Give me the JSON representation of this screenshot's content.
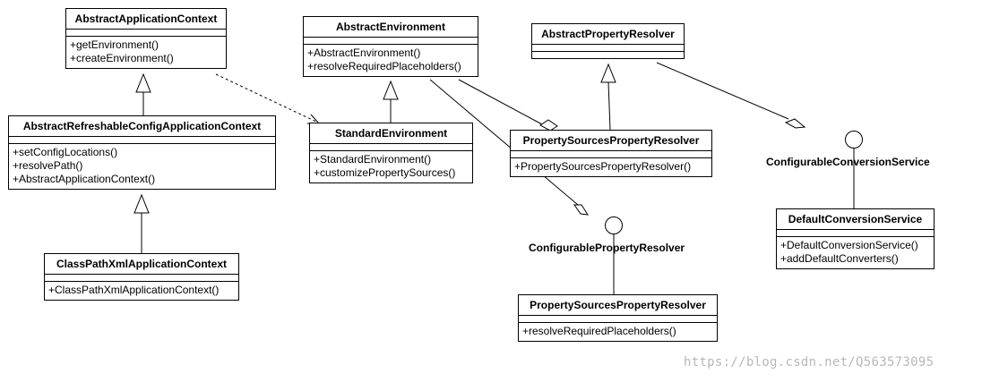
{
  "classes": {
    "abstract_application_context": {
      "name": "AbstractApplicationContext",
      "operations": [
        "+getEnvironment()",
        "+createEnvironment()"
      ]
    },
    "abstract_refreshable_config_application_context": {
      "name": "AbstractRefreshableConfigApplicationContext",
      "operations": [
        "+setConfigLocations()",
        "+resolvePath()",
        "+AbstractApplicationContext()"
      ]
    },
    "class_path_xml_application_context": {
      "name": "ClassPathXmlApplicationContext",
      "operations": [
        "+ClassPathXmlApplicationContext()"
      ]
    },
    "abstract_environment": {
      "name": "AbstractEnvironment",
      "operations": [
        "+AbstractEnvironment()",
        "+resolveRequiredPlaceholders()"
      ]
    },
    "standard_environment": {
      "name": "StandardEnvironment",
      "operations": [
        "+StandardEnvironment()",
        "+customizePropertySources()"
      ]
    },
    "abstract_property_resolver": {
      "name": "AbstractPropertyResolver",
      "operations": []
    },
    "property_sources_property_resolver": {
      "name": "PropertySourcesPropertyResolver",
      "operations": [
        "+PropertySourcesPropertyResolver()"
      ]
    },
    "property_sources_property_resolver_2": {
      "name": "PropertySourcesPropertyResolver",
      "operations": [
        "+resolveRequiredPlaceholders()"
      ]
    },
    "default_conversion_service": {
      "name": "DefaultConversionService",
      "operations": [
        "+DefaultConversionService()",
        "+addDefaultConverters()"
      ]
    }
  },
  "interfaces": {
    "configurable_property_resolver": {
      "name": "ConfigurablePropertyResolver"
    },
    "configurable_conversion_service": {
      "name": "ConfigurableConversionService"
    }
  },
  "watermark": "https://blog.csdn.net/Q563573095"
}
